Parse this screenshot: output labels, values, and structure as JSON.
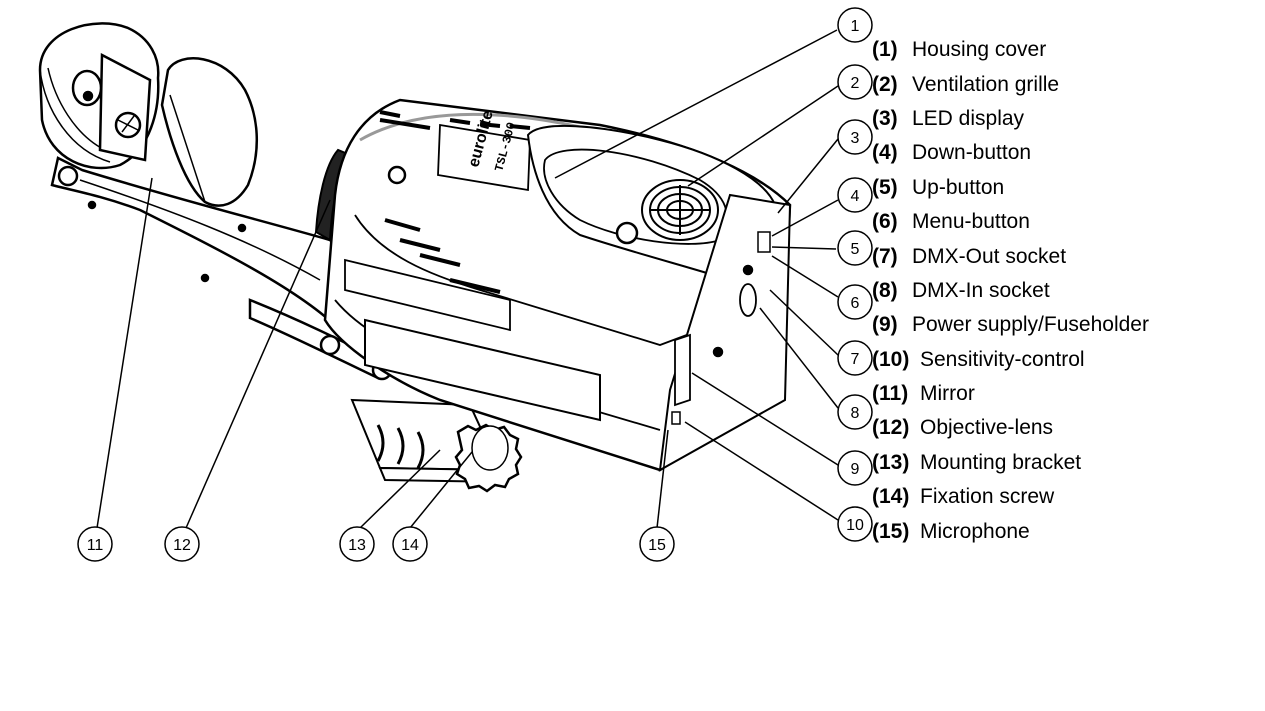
{
  "diagram": {
    "logo_text": "eurolite",
    "model_text": "TSL-300",
    "callouts": [
      "1",
      "2",
      "3",
      "4",
      "5",
      "6",
      "7",
      "8",
      "9",
      "10",
      "11",
      "12",
      "13",
      "14",
      "15"
    ]
  },
  "legend": [
    {
      "num": "(1)",
      "label": "Housing cover"
    },
    {
      "num": "(2)",
      "label": "Ventilation grille"
    },
    {
      "num": "(3)",
      "label": "LED display"
    },
    {
      "num": "(4)",
      "label": "Down-button"
    },
    {
      "num": "(5)",
      "label": "Up-button"
    },
    {
      "num": "(6)",
      "label": "Menu-button"
    },
    {
      "num": "(7)",
      "label": "DMX-Out socket"
    },
    {
      "num": "(8)",
      "label": "DMX-In socket"
    },
    {
      "num": "(9)",
      "label": "Power supply/Fuseholder"
    },
    {
      "num": "(10)",
      "label": "Sensitivity-control"
    },
    {
      "num": "(11)",
      "label": "Mirror"
    },
    {
      "num": "(12)",
      "label": "Objective-lens"
    },
    {
      "num": "(13)",
      "label": "Mounting bracket"
    },
    {
      "num": "(14)",
      "label": "Fixation screw"
    },
    {
      "num": "(15)",
      "label": "Microphone"
    }
  ]
}
